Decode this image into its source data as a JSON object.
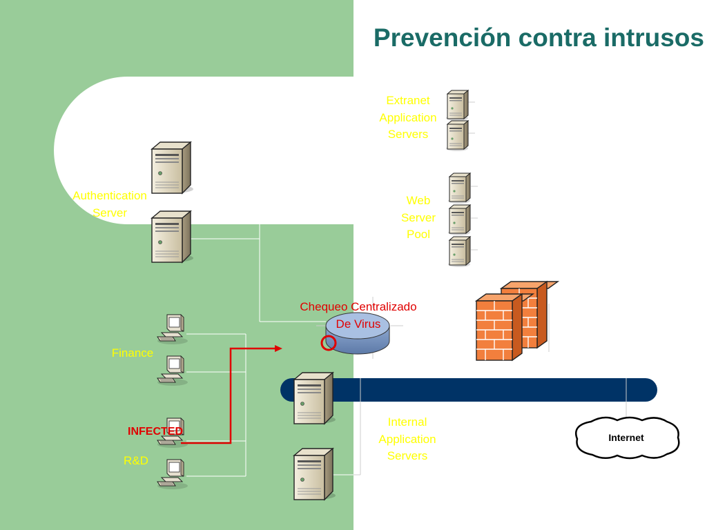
{
  "title": "Prevención contra intrusos",
  "labels": {
    "extranet": [
      "Extranet",
      "Application",
      "Servers"
    ],
    "web_pool": [
      "Web",
      "Server",
      "Pool"
    ],
    "auth": [
      "Authentication",
      "Server"
    ],
    "virus_check": [
      "Chequeo Centralizado",
      "De Virus"
    ],
    "finance": "Finance",
    "infected": "INFECTED",
    "rnd": "R&D",
    "internal": [
      "Internal",
      "Application",
      "Servers"
    ],
    "internet": "Internet"
  },
  "colors": {
    "title": "#1a6b66",
    "panel_green": "#99cc99",
    "label_yellow": "#ffff00",
    "alert_red": "#e00000",
    "backbone": "#003366",
    "firewall": "#f27f3d",
    "router": "#9fb8dc"
  },
  "icons": [
    "server-icon",
    "workstation-icon",
    "router-icon",
    "firewall-icon",
    "cloud-icon"
  ]
}
